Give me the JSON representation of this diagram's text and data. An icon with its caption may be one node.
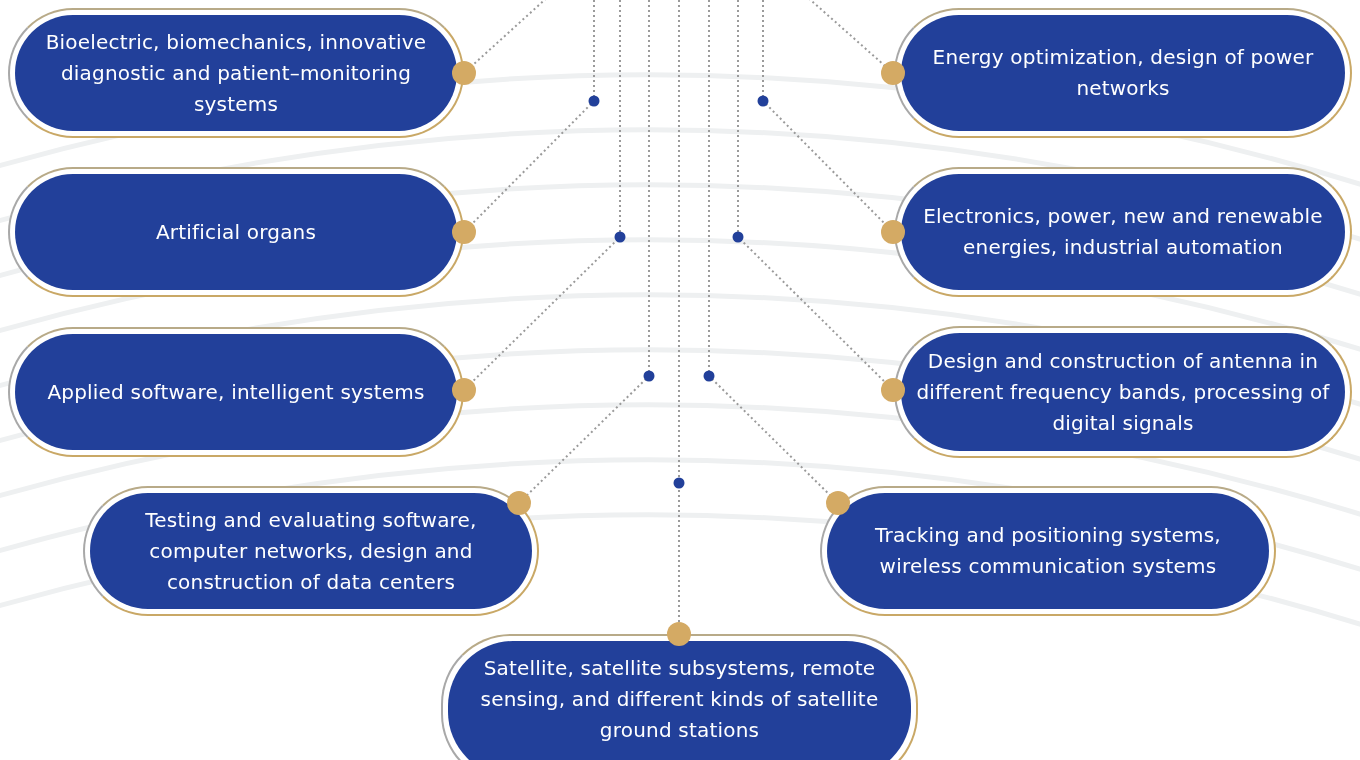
{
  "diagram": {
    "nodes": [
      {
        "text": [
          "Bioelectric, biomechanics, innovative diagnostic and patient–monitoring systems"
        ]
      },
      {
        "text": [
          "Artificial organs"
        ]
      },
      {
        "text": [
          "Applied software, intelligent systems"
        ]
      },
      {
        "text": [
          "Testing and evaluating software, computer networks, design and construction of data centers"
        ]
      },
      {
        "text": [
          "Energy optimization, design of power networks"
        ]
      },
      {
        "text": [
          "Electronics, power, new and renewable energies, industrial automation"
        ]
      },
      {
        "text": [
          "Design and construction of antenna in different frequency bands, processing of digital signals"
        ]
      },
      {
        "text": [
          "Tracking and positioning systems, wireless communication systems"
        ]
      },
      {
        "text": [
          "Satellite, satellite subsystems, remote sensing, and different kinds of satellite ground stations"
        ]
      }
    ],
    "edges": [
      {
        "from": null,
        "to": 0,
        "arrow": "none"
      },
      {
        "from": null,
        "to": 1,
        "arrow": "none"
      },
      {
        "from": null,
        "to": 2,
        "arrow": "none"
      },
      {
        "from": null,
        "to": 3,
        "arrow": "none"
      },
      {
        "from": null,
        "to": 8,
        "arrow": "none"
      },
      {
        "from": null,
        "to": 7,
        "arrow": "none"
      },
      {
        "from": null,
        "to": 6,
        "arrow": "none"
      },
      {
        "from": null,
        "to": 5,
        "arrow": "none"
      },
      {
        "from": null,
        "to": 4,
        "arrow": "none"
      }
    ]
  }
}
